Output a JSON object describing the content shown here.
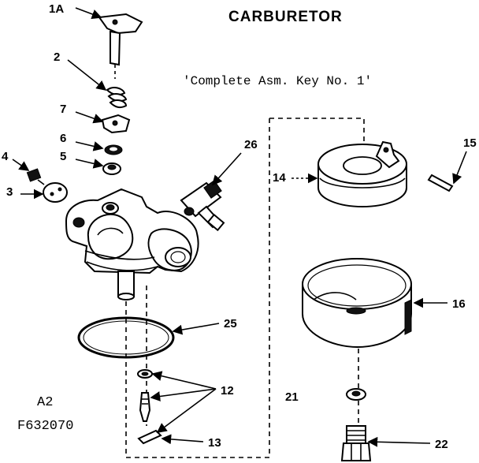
{
  "title": "CARBURETOR",
  "subtitle": "'Complete Asm. Key No. 1'",
  "codes": {
    "variant": "A2",
    "figure": "F632070"
  },
  "callouts": {
    "k1a": "1A",
    "k2": "2",
    "k3": "3",
    "k4": "4",
    "k5": "5",
    "k6": "6",
    "k7": "7",
    "k12": "12",
    "k13": "13",
    "k14": "14",
    "k15": "15",
    "k16": "16",
    "k21": "21",
    "k22": "22",
    "k25": "25",
    "k26": "26"
  }
}
